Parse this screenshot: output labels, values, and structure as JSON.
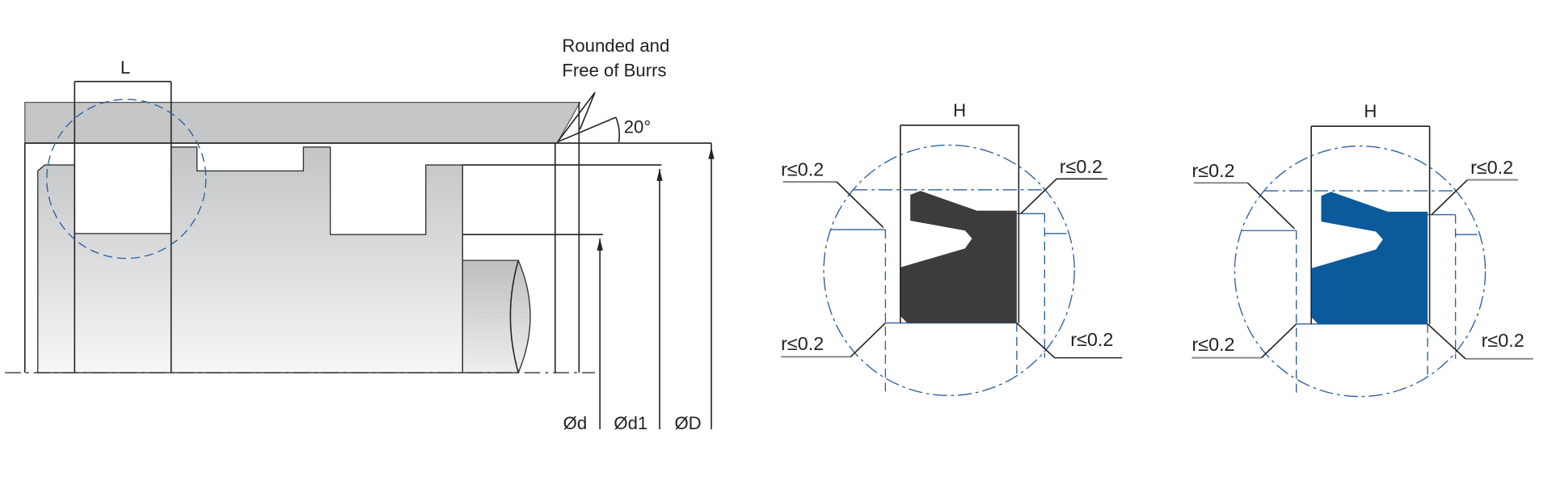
{
  "left_drawing": {
    "groove_width_label": "L",
    "note_line1": "Rounded and",
    "note_line2": "Free of Burrs",
    "angle_label": "20°",
    "dim_d": "Ød",
    "dim_d1": "Ød1",
    "dim_D": "ØD"
  },
  "seal_detail_black": {
    "height_label": "H",
    "radius_top_left": "r≤0.2",
    "radius_top_right": "r≤0.2",
    "radius_bottom_left": "r≤0.2",
    "radius_bottom_right": "r≤0.2",
    "fill_color": "#3c3c3e"
  },
  "seal_detail_blue": {
    "height_label": "H",
    "radius_top_left": "r≤0.2",
    "radius_top_right": "r≤0.2",
    "radius_bottom_left": "r≤0.2",
    "radius_bottom_right": "r≤0.2",
    "fill_color": "#0b5a9c"
  },
  "colors": {
    "detail_circle": "#2f5f9e",
    "housing": "#c5c6c8"
  }
}
